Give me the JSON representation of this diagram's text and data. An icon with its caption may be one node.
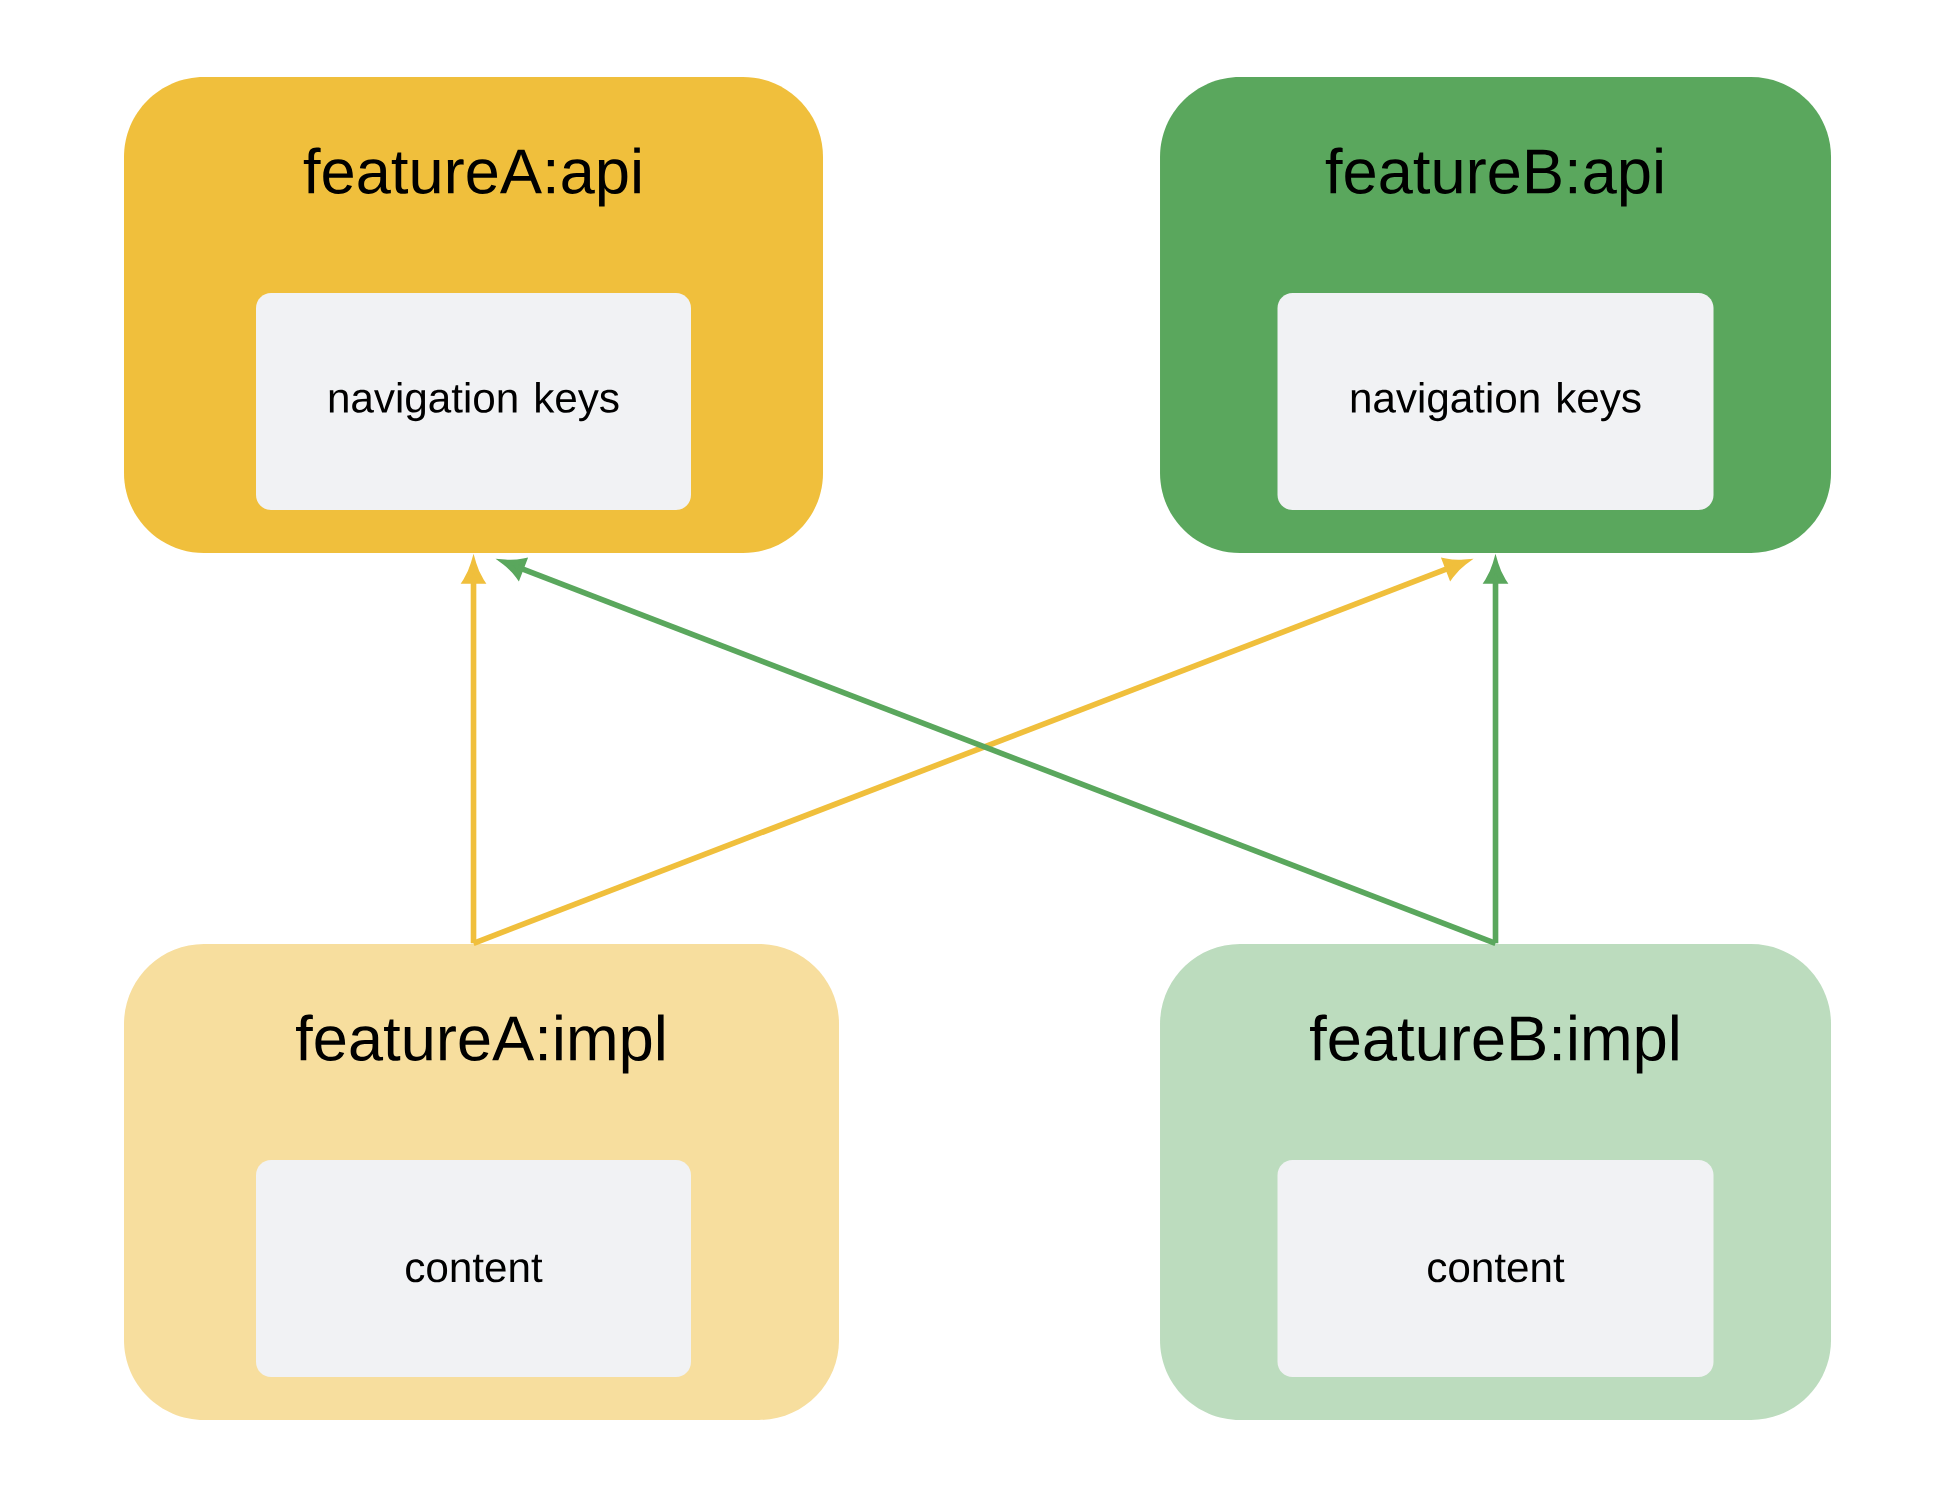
{
  "diagram": {
    "nodes": [
      {
        "text": [
          "featureA:api"
        ]
      },
      {
        "text": [
          "navigation keys"
        ],
        "in": 0
      },
      {
        "text": [
          "featureB:api"
        ]
      },
      {
        "text": [
          "navigation keys"
        ],
        "in": 2
      },
      {
        "text": [
          "featureA:impl"
        ]
      },
      {
        "text": [
          "content"
        ],
        "in": 4
      },
      {
        "text": [
          "featureB:impl"
        ]
      },
      {
        "text": [
          "content"
        ],
        "in": 6
      }
    ],
    "edges": [
      {
        "from": 4,
        "to": 0,
        "arrow": "to",
        "color": "#f0bf3c"
      },
      {
        "from": 4,
        "to": 2,
        "arrow": "to",
        "color": "#f0bf3c"
      },
      {
        "from": 6,
        "to": 2,
        "arrow": "to",
        "color": "#5aa75d"
      },
      {
        "from": 6,
        "to": 0,
        "arrow": "to",
        "color": "#5aa75d"
      }
    ]
  }
}
